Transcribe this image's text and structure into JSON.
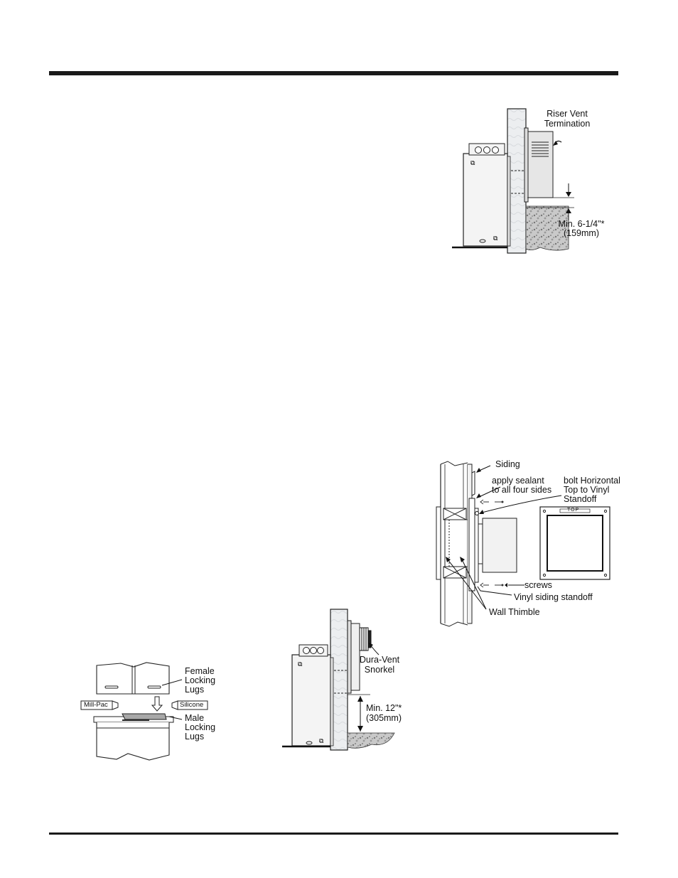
{
  "figures": {
    "riser": {
      "title_line1": "Riser Vent",
      "title_line2": "Termination",
      "dim_line1": "Min. 6-1/4\"*",
      "dim_line2": "(159mm)"
    },
    "siding": {
      "siding": "Siding",
      "sealant_line1": "apply sealant",
      "sealant_line2": "to all four sides",
      "bolt_line1": "bolt Horizontal",
      "bolt_line2": "Top to Vinyl",
      "bolt_line3": "Standoff",
      "screws": "screws",
      "standoff": "Vinyl siding standoff",
      "thimble": "Wall Thimble",
      "top_mark": "TOP"
    },
    "lugs": {
      "female_line1": "Female",
      "female_line2": "Locking",
      "female_line3": "Lugs",
      "male_line1": "Male",
      "male_line2": "Locking",
      "male_line3": "Lugs",
      "millpac": "Mill-Pac",
      "silicone": "Silicone"
    },
    "snorkel": {
      "name_line1": "Dura-Vent",
      "name_line2": "Snorkel",
      "dim_line1": "Min. 12\"*",
      "dim_line2": "(305mm)"
    }
  }
}
